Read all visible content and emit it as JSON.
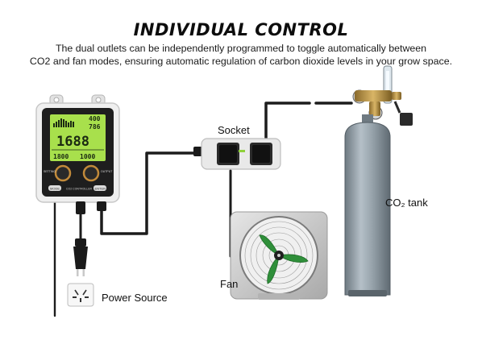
{
  "header": {
    "title": "INDIVIDUAL CONTROL",
    "subtitle_line1": "The dual outlets can be independently programmed to toggle automatically between",
    "subtitle_line2": "CO2 and fan modes, ensuring automatic regulation of carbon dioxide levels in your grow space."
  },
  "labels": {
    "socket": "Socket",
    "co2_tank": "CO₂ tank",
    "fan": "Fan",
    "power_source": "Power Source"
  },
  "controller": {
    "display": {
      "value_top": "400",
      "value_mid": "786",
      "value_main": "1688",
      "value_left": "1800",
      "value_right": "1000"
    },
    "left_knob_label": "SETTING",
    "right_knob_label": "OUTPUT",
    "left_button_label": "MODE",
    "right_button_label": "ENTER",
    "brand_text": "CO2 CONTROLLER"
  },
  "colors": {
    "lcd_green": "#a8e04c",
    "tank_gray": "#8e9aa4",
    "fan_blade_green": "#2f8f3a",
    "cable_black": "#1c1c1c"
  }
}
